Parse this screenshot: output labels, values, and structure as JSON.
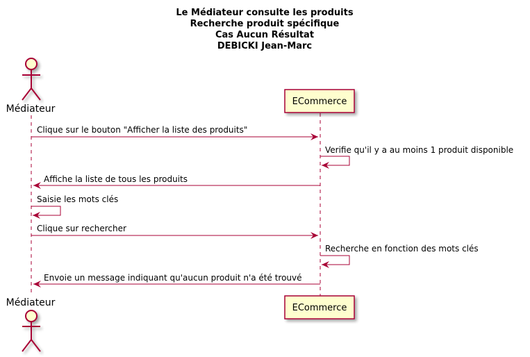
{
  "title_lines": [
    "Le Médiateur consulte les produits",
    "Recherche produit spécifique",
    "Cas Aucun Résultat",
    "DEBICKI Jean-Marc"
  ],
  "participants": {
    "mediateur": "Médiateur",
    "ecommerce": "ECommerce"
  },
  "messages": [
    {
      "from": "mediateur",
      "to": "ecommerce",
      "text": "Clique sur le bouton \"Afficher la liste des produits\""
    },
    {
      "from": "ecommerce",
      "to": "ecommerce",
      "text": "Verifie qu'il y a au moins 1 produit disponible"
    },
    {
      "from": "ecommerce",
      "to": "mediateur",
      "text": "Affiche la liste de tous les produits"
    },
    {
      "from": "mediateur",
      "to": "mediateur",
      "text": "Saisie les mots clés"
    },
    {
      "from": "mediateur",
      "to": "ecommerce",
      "text": "Clique sur rechercher"
    },
    {
      "from": "ecommerce",
      "to": "ecommerce",
      "text": "Recherche en fonction des mots clés"
    },
    {
      "from": "ecommerce",
      "to": "mediateur",
      "text": "Envoie un message indiquant qu'aucun produit n'a été trouvé"
    }
  ],
  "colors": {
    "arrow": "#A80036",
    "actor_fill": "#FEFECE",
    "actor_stroke": "#A80036",
    "participant_fill": "#FEFECE",
    "participant_stroke": "#A80036",
    "shadow": "#cccccc"
  }
}
